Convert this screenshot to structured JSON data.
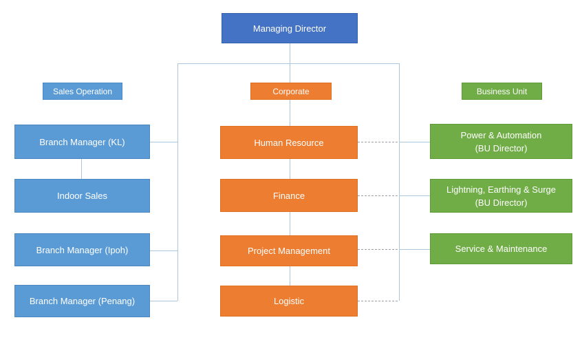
{
  "colors": {
    "dark_blue": "#4472C4",
    "dark_blue_border": "#3460ab",
    "blue": "#5B9BD5",
    "blue_border": "#4b88c2",
    "orange": "#ED7D31",
    "orange_border": "#e06f1f",
    "green": "#70AD47",
    "green_border": "#5f9a38",
    "connector": "#aac6de",
    "dashed_connector": "#9aa0a8",
    "text": "#ffffff",
    "background": "#ffffff"
  },
  "chart": {
    "root": {
      "label": "Managing Director"
    },
    "columns": {
      "sales_operation": {
        "header": "Sales Operation",
        "nodes": [
          {
            "label": "Branch Manager (KL)"
          },
          {
            "label": "Indoor Sales"
          },
          {
            "label": "Branch Manager (Ipoh)"
          },
          {
            "label": "Branch Manager (Penang)"
          }
        ]
      },
      "corporate": {
        "header": "Corporate",
        "nodes": [
          {
            "label": "Human Resource"
          },
          {
            "label": "Finance"
          },
          {
            "label": "Project Management"
          },
          {
            "label": "Logistic"
          }
        ]
      },
      "business_unit": {
        "header": "Business Unit",
        "nodes": [
          {
            "label": "Power & Automation",
            "subtitle": "(BU Director)"
          },
          {
            "label": "Lightning, Earthing & Surge",
            "subtitle": "(BU Director)"
          },
          {
            "label": "Service & Maintenance"
          }
        ]
      }
    }
  }
}
